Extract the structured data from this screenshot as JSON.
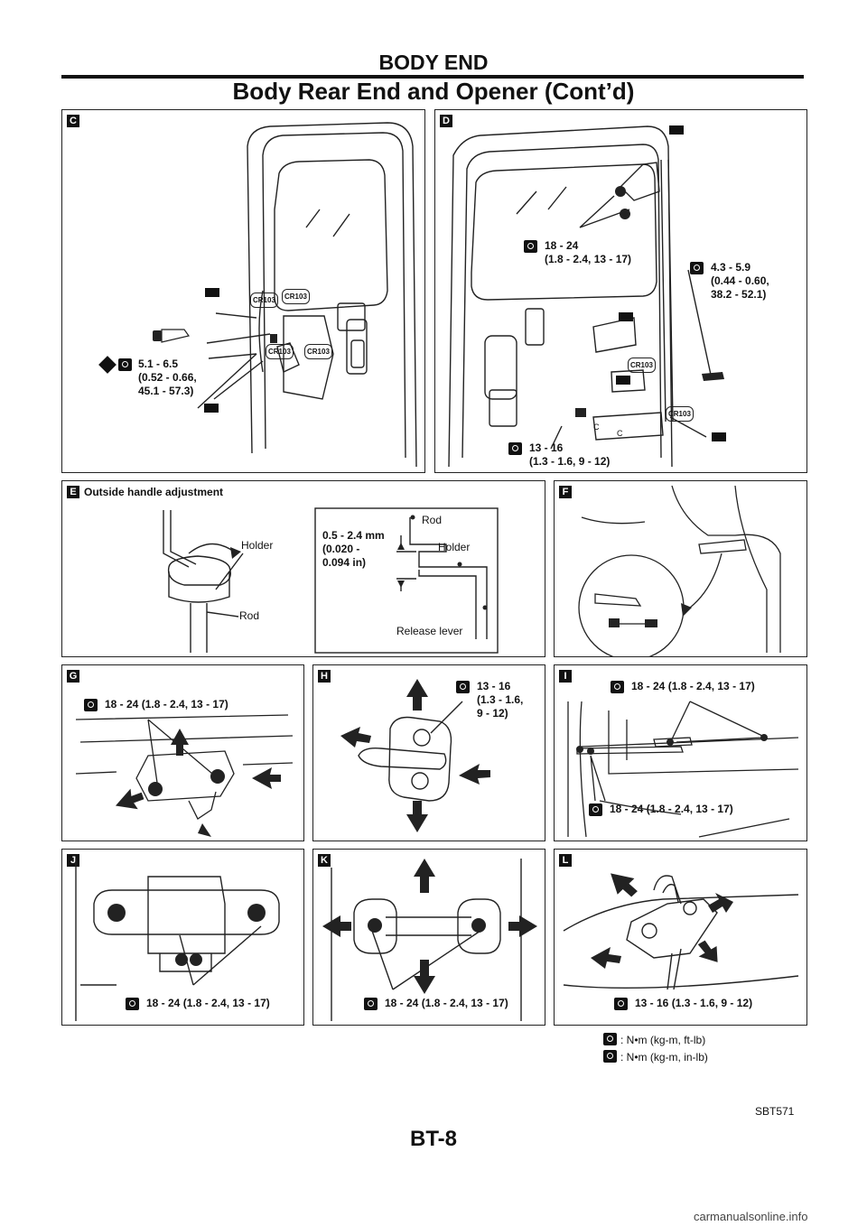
{
  "header": {
    "section": "BODY END",
    "title": "Body Rear End and Opener (Cont’d)"
  },
  "panels": {
    "C": {
      "tag": "C",
      "cr": [
        "CR103",
        "CR103",
        "CR103",
        "CR103"
      ],
      "torque": "5.1 - 6.5\n(0.52 - 0.66,\n45.1 - 57.3)"
    },
    "D": {
      "tag": "D",
      "torque_upper": "18 - 24\n(1.8 - 2.4, 13 - 17)",
      "torque_right": "4.3 - 5.9\n(0.44 - 0.60,\n38.2 - 52.1)",
      "torque_lower": "13 - 16\n(1.3 - 1.6, 9 - 12)",
      "cr": [
        "CR103",
        "CR103"
      ],
      "clips": [
        "C",
        "C"
      ]
    },
    "E": {
      "tag": "E",
      "title": "Outside handle adjustment",
      "holder": "Holder",
      "rod": "Rod",
      "gap": "0.5 - 2.4 mm\n(0.020 -\n0.094 in)",
      "inset_rod": "Rod",
      "inset_holder": "Holder",
      "release_lever": "Release lever"
    },
    "F": {
      "tag": "F"
    },
    "G": {
      "tag": "G",
      "torque": "18 - 24 (1.8 - 2.4, 13 - 17)"
    },
    "H": {
      "tag": "H",
      "torque": "13 - 16\n(1.3 - 1.6,\n9 - 12)"
    },
    "I": {
      "tag": "I",
      "torque_top": "18 - 24 (1.8 - 2.4, 13 - 17)",
      "torque_bottom": "18 - 24 (1.8 - 2.4, 13 - 17)"
    },
    "J": {
      "tag": "J",
      "torque": "18 - 24 (1.8 - 2.4, 13 - 17)"
    },
    "K": {
      "tag": "K",
      "torque": "18 - 24 (1.8 - 2.4, 13 - 17)"
    },
    "L": {
      "tag": "L",
      "torque": "13 - 16 (1.3 - 1.6, 9 - 12)"
    }
  },
  "legend": {
    "ftlb": ": N•m (kg-m, ft-lb)",
    "inlb": ": N•m (kg-m, in-lb)"
  },
  "figure_id": "SBT571",
  "page_number": "BT-8",
  "watermark": "carmanualsonline.info",
  "icons": [
    "torque-wrench-icon",
    "sealant-icon",
    "grease-icon",
    "adjust-arrow-icon"
  ]
}
